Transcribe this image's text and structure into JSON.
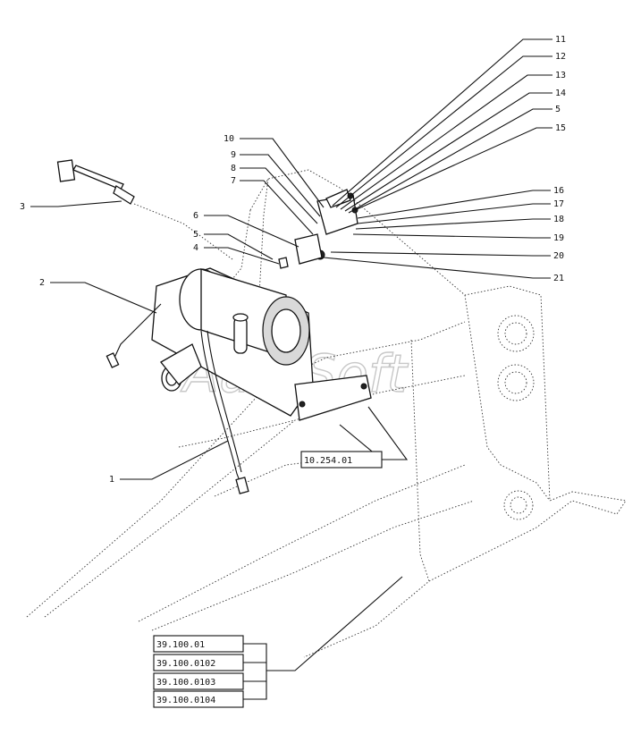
{
  "diagram": {
    "watermark": "AutoSoft",
    "part_labels": [
      {
        "id": "p11",
        "text": "11"
      },
      {
        "id": "p12",
        "text": "12"
      },
      {
        "id": "p13",
        "text": "13"
      },
      {
        "id": "p14",
        "text": "14"
      },
      {
        "id": "p5a",
        "text": "5"
      },
      {
        "id": "p15",
        "text": "15"
      },
      {
        "id": "p10",
        "text": "10"
      },
      {
        "id": "p9",
        "text": "9"
      },
      {
        "id": "p8",
        "text": "8"
      },
      {
        "id": "p7",
        "text": "7"
      },
      {
        "id": "p16",
        "text": "16"
      },
      {
        "id": "p17",
        "text": "17"
      },
      {
        "id": "p18",
        "text": "18"
      },
      {
        "id": "p19",
        "text": "19"
      },
      {
        "id": "p20",
        "text": "20"
      },
      {
        "id": "p21",
        "text": "21"
      },
      {
        "id": "p6",
        "text": "6"
      },
      {
        "id": "p5b",
        "text": "5"
      },
      {
        "id": "p4",
        "text": "4"
      },
      {
        "id": "p3",
        "text": "3"
      },
      {
        "id": "p2",
        "text": "2"
      },
      {
        "id": "p1",
        "text": "1"
      }
    ],
    "reference_boxes": [
      {
        "id": "r1",
        "text": "10.254.01"
      },
      {
        "id": "r2",
        "text": "39.100.01"
      },
      {
        "id": "r3",
        "text": "39.100.0102"
      },
      {
        "id": "r4",
        "text": "39.100.0103"
      },
      {
        "id": "r5",
        "text": "39.100.0104"
      }
    ]
  }
}
